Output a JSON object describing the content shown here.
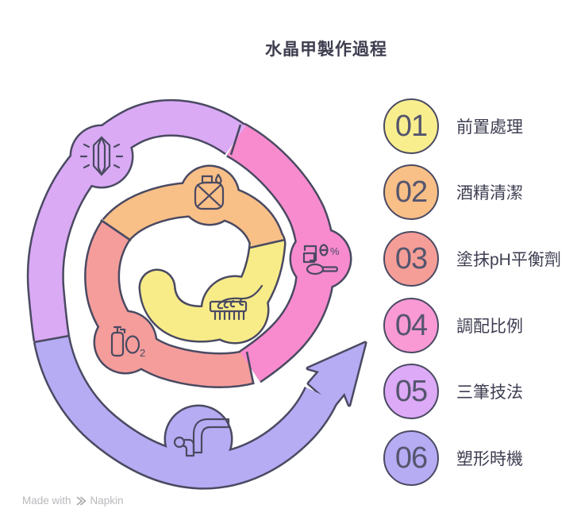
{
  "title": "水晶甲製作過程",
  "steps": [
    {
      "num": "01",
      "label": "前置處理",
      "color": "#f9ee8e",
      "icon": "hand-file-icon"
    },
    {
      "num": "02",
      "label": "酒精清潔",
      "color": "#f8bf87",
      "icon": "alcohol-bottle-icon"
    },
    {
      "num": "03",
      "label": "塗抹pH平衡劑",
      "color": "#f59e98",
      "icon": "o2-bottle-icon"
    },
    {
      "num": "04",
      "label": "調配比例",
      "color": "#fa9ad5",
      "icon": "measuring-spoon-icon"
    },
    {
      "num": "05",
      "label": "三筆技法",
      "color": "#dcaaf6",
      "icon": "crystal-icon"
    },
    {
      "num": "06",
      "label": "塑形時機",
      "color": "#b5acf4",
      "icon": "mold-shapes-icon"
    }
  ],
  "diagram": {
    "ring_colors": {
      "yellow": "#f8ec88",
      "orange": "#f8bf87",
      "salmon": "#f59d9b",
      "pink": "#f88bce",
      "violet": "#daaaf5",
      "periwinkle": "#b5acf4"
    },
    "oxygen_text": "O",
    "oxygen_subscript": "2",
    "ratio_zero": "0",
    "percent_symbol": "%"
  },
  "colors": {
    "outline": "#4a4a62",
    "number_text": "#55556e",
    "label_text": "#3e3e52",
    "title_text": "#3d3d4f",
    "footer_text": "#b9b9bd",
    "background": "#ffffff"
  },
  "footer": {
    "made_with": "Made with",
    "brand": "Napkin"
  }
}
